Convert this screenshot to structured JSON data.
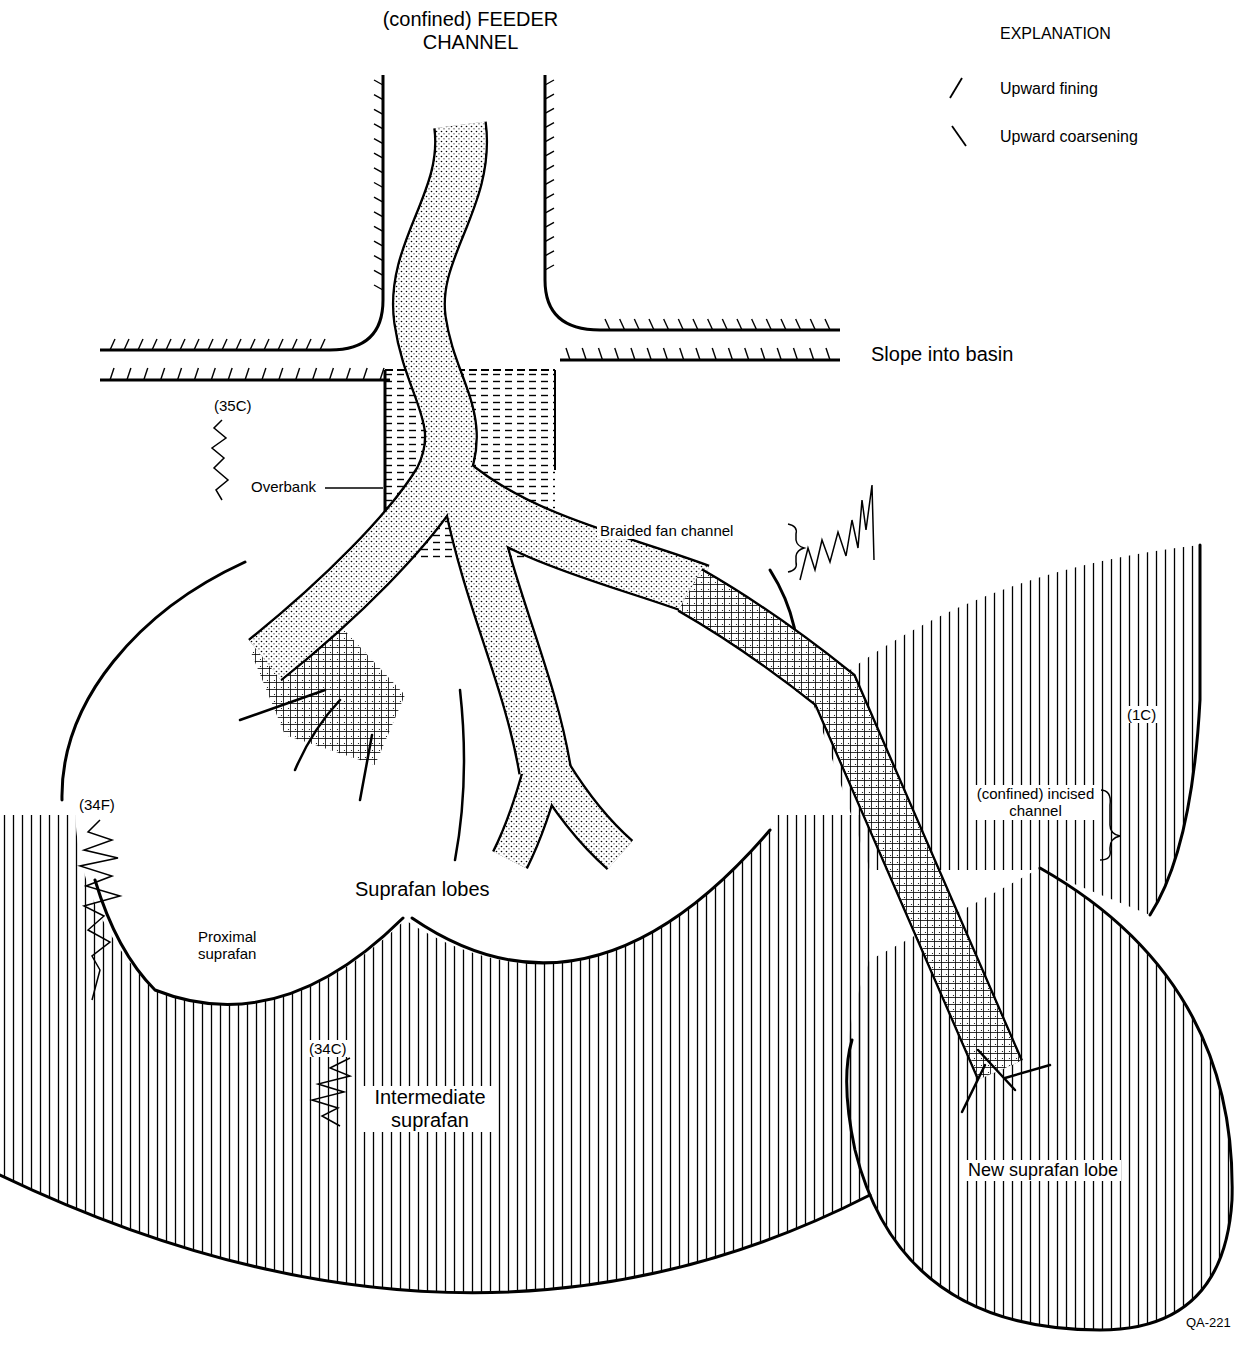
{
  "diagram": {
    "labels": [
      "(confined) FEEDER CHANNEL",
      "EXPLANATION",
      "Slope into basin",
      "(35C)",
      "Overbank",
      "Braided fan channel",
      "(1C)",
      "(confined) incised channel",
      "(34F)",
      "Suprafan lobes",
      "Proximal suprafan",
      "(34C)",
      "Intermediate suprafan",
      "New suprafan lobe",
      "QA-221"
    ],
    "legend": [
      {
        "text": "Upward fining"
      },
      {
        "text": "Upward coarsening"
      }
    ]
  }
}
